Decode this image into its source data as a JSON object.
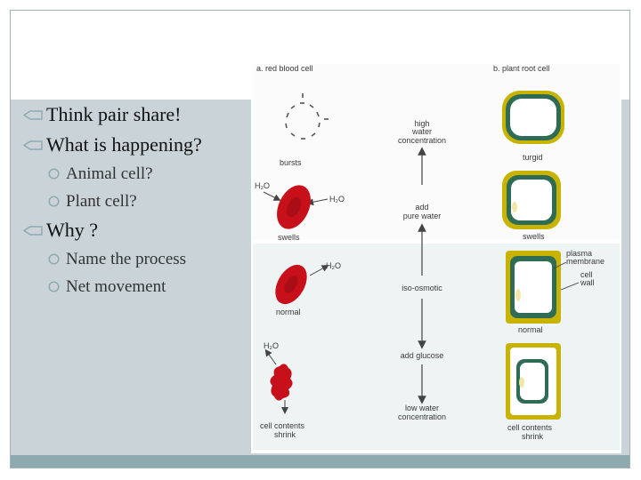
{
  "bullets": [
    {
      "level": 1,
      "text": "Think pair share!"
    },
    {
      "level": 1,
      "text": "What is happening?"
    },
    {
      "level": 2,
      "text": "Animal cell?"
    },
    {
      "level": 2,
      "text": "Plant cell?"
    },
    {
      "level": 1,
      "text": "Why ?"
    },
    {
      "level": 2,
      "text": "Name the process"
    },
    {
      "level": 2,
      "text": "Net movement"
    }
  ],
  "figure": {
    "panel_a_title": "a. red blood cell",
    "panel_b_title": "b. plant root cell",
    "bursts": "bursts",
    "swells_rbc": "swells",
    "normal_rbc": "normal",
    "shrink_rbc_1": "cell contents",
    "shrink_rbc_2": "shrink",
    "h2o": "H₂O",
    "high_1": "high",
    "high_2": "water",
    "high_3": "concentration",
    "add_pure_1": "add",
    "add_pure_2": "pure water",
    "iso": "iso-osmotic",
    "add_glucose": "add glucose",
    "low_1": "low water",
    "low_2": "concentration",
    "turgid": "turgid",
    "swells_plant": "swells",
    "plasma_1": "plasma",
    "plasma_2": "membrane",
    "cellwall_1": "cell",
    "cellwall_2": "wall",
    "normal_plant": "normal",
    "shrink_plant_1": "cell contents",
    "shrink_plant_2": "shrink"
  },
  "colors": {
    "content_bg": "#c9d3d8",
    "bottom_band": "#8faaaf",
    "rbc_red": "#c8101a",
    "plant_wall": "#c8b400",
    "plant_membrane": "#2f6b55"
  }
}
